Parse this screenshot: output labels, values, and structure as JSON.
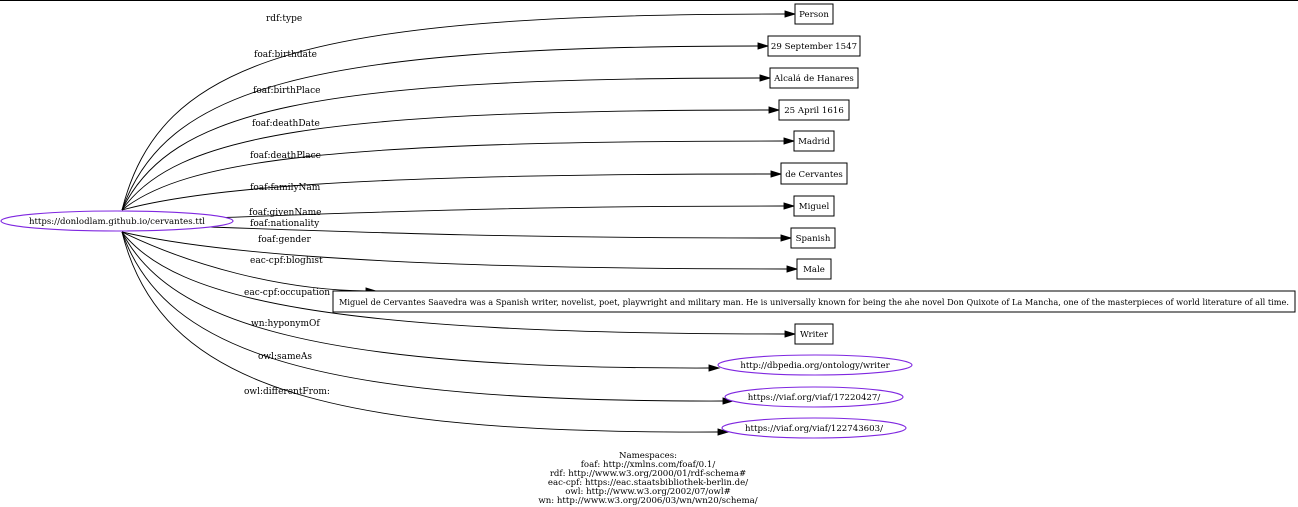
{
  "subject": {
    "label": "https://donlodlam.github.io/cervantes.ttl"
  },
  "colors": {
    "resource_outline": "#7f27e0",
    "edge": "#000000"
  },
  "edges": [
    {
      "predicate": "rdf:type",
      "object": "Person",
      "kind": "literal"
    },
    {
      "predicate": "foaf:birthdate",
      "object": "29 September 1547",
      "kind": "literal"
    },
    {
      "predicate": "foaf:birthPlace",
      "object": "Alcalá de Hanares",
      "kind": "literal"
    },
    {
      "predicate": "foaf:deathDate",
      "object": "25 April 1616",
      "kind": "literal"
    },
    {
      "predicate": "foaf:deathPlace",
      "object": "Madrid",
      "kind": "literal"
    },
    {
      "predicate": "foaf:familyNam",
      "object": "de Cervantes",
      "kind": "literal"
    },
    {
      "predicate": "foaf:givenName",
      "object": "Miguel",
      "kind": "literal"
    },
    {
      "predicate": "foaf:nationality",
      "object": "Spanish",
      "kind": "literal"
    },
    {
      "predicate": "foaf:gender",
      "object": "Male",
      "kind": "literal"
    },
    {
      "predicate": "eac-cpf:bloghist",
      "object": "Miguel de Cervantes Saavedra was a Spanish writer, novelist, poet, playwright and military man. He is universally known for being the ahe novel Don Quixote of La Mancha, one of the masterpieces of world literature of all time.",
      "kind": "literal"
    },
    {
      "predicate": "eac-cpf:occupation",
      "object": "Writer",
      "kind": "literal"
    },
    {
      "predicate": "wn:hyponymOf",
      "object": "http://dbpedia.org/ontology/writer",
      "kind": "resource"
    },
    {
      "predicate": "owl:sameAs",
      "object": "https://viaf.org/viaf/17220427/",
      "kind": "resource"
    },
    {
      "predicate": "owl:differentFrom:",
      "object": "https://viaf.org/viaf/122743603/",
      "kind": "resource"
    }
  ],
  "namespaces": {
    "title": "Namespaces:",
    "lines": [
      "foaf: http://xmlns.com/foaf/0.1/",
      "rdf: http://www.w3.org/2000/01/rdf-schema#",
      "eac-cpf: https://eac.staatsbibliothek-berlin.de/",
      "owl: http://www.w3.org/2002/07/owl#",
      "wn: http://www.w3.org/2006/03/wn/wn20/schema/"
    ]
  }
}
